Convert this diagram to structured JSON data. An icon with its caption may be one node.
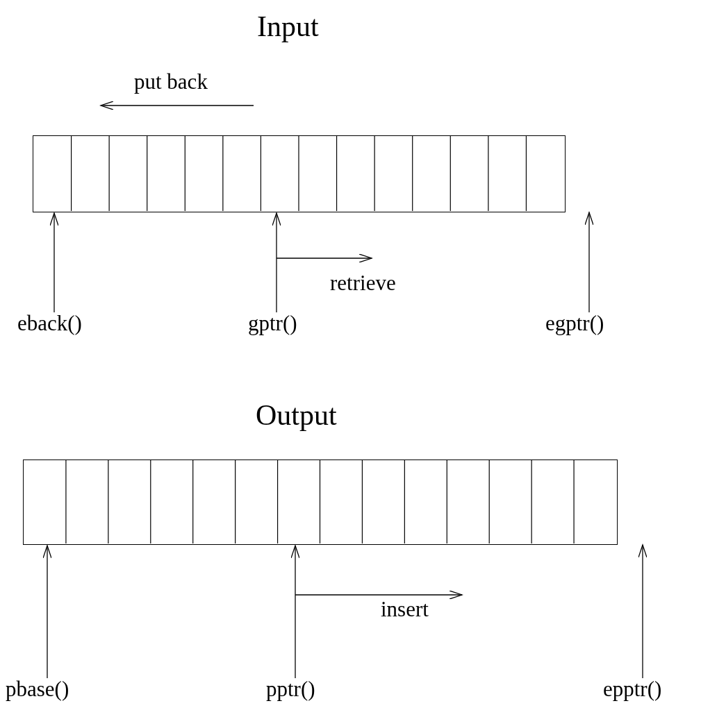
{
  "diagram": {
    "nodes": [
      {
        "text": [],
        "shape": "box"
      },
      {
        "text": [
          "eback()"
        ]
      },
      {
        "text": [
          "gptr()"
        ]
      },
      {
        "text": [
          "egptr()"
        ]
      },
      {
        "text": [],
        "shape": "box"
      },
      {
        "text": [
          "pbase()"
        ]
      },
      {
        "text": [
          "pptr()"
        ]
      },
      {
        "text": [
          "epptr()"
        ]
      }
    ],
    "edges": [
      {
        "from": 1,
        "to": 0,
        "arrow": "to"
      },
      {
        "from": 2,
        "to": 0,
        "arrow": "to"
      },
      {
        "from": 3,
        "to": null,
        "arrow": "to"
      },
      {
        "from": 5,
        "to": 4,
        "arrow": "to"
      },
      {
        "from": 6,
        "to": 4,
        "arrow": "to"
      },
      {
        "from": 7,
        "to": null,
        "arrow": "to"
      }
    ],
    "labels": [
      "Input",
      "put back",
      "retrieve",
      "Output",
      "insert"
    ]
  }
}
